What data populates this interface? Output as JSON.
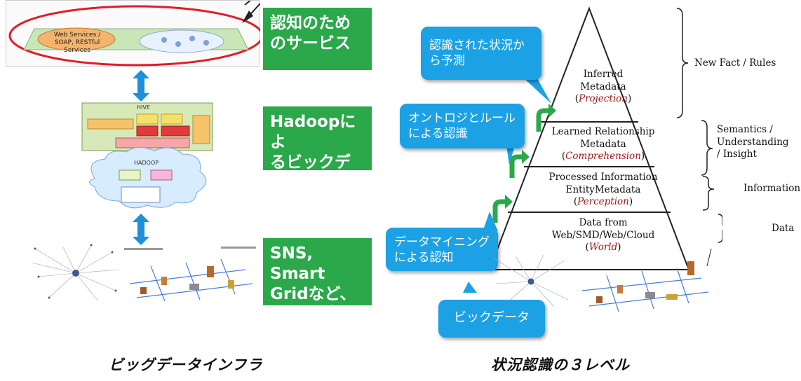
{
  "left": {
    "top_diagram": {
      "label_line1": "Web Services / SOAP, RESTful",
      "label_line2": "Services"
    },
    "boxes": [
      {
        "text": "認知のため\nのサービス",
        "lang": "ja"
      },
      {
        "text": "Hadoopによ\nるビックデー\nタ処理",
        "lang": "mixed"
      },
      {
        "text": "SNS, Smart\nGridなど、\nビックデータ",
        "lang": "mixed"
      }
    ],
    "hive_label": "HIVE",
    "hadoop_label": "HADOOP",
    "caption": "ビッグデータインフラ"
  },
  "right": {
    "levels": [
      {
        "lines": [
          "Inferred",
          "Metadata"
        ],
        "tag": "Projection"
      },
      {
        "lines": [
          "Learned Relationship",
          "Metadata"
        ],
        "tag": "Comprehension"
      },
      {
        "lines": [
          "Processed Information",
          "EntityMetadata"
        ],
        "tag": "Perception"
      },
      {
        "lines": [
          "Data from",
          "Web/SMD/Web/Cloud"
        ],
        "tag": "World"
      }
    ],
    "side_labels": [
      "New Fact / Rules",
      "Semantics /\nUnderstanding\n/ Insight",
      "Information",
      "Data"
    ],
    "bubbles": [
      "認識された状況か\nら予測",
      "オントロジとルール\nによる認識",
      "データマイニング\nによる認知",
      "ビックデータ"
    ],
    "caption": "状況認識の３レベル"
  },
  "colors": {
    "green": "#2aa84a",
    "bubble": "#1ca2e4",
    "arrow": "#2aa84a",
    "connector": "#1e90d8",
    "accent_red": "#a01818"
  }
}
